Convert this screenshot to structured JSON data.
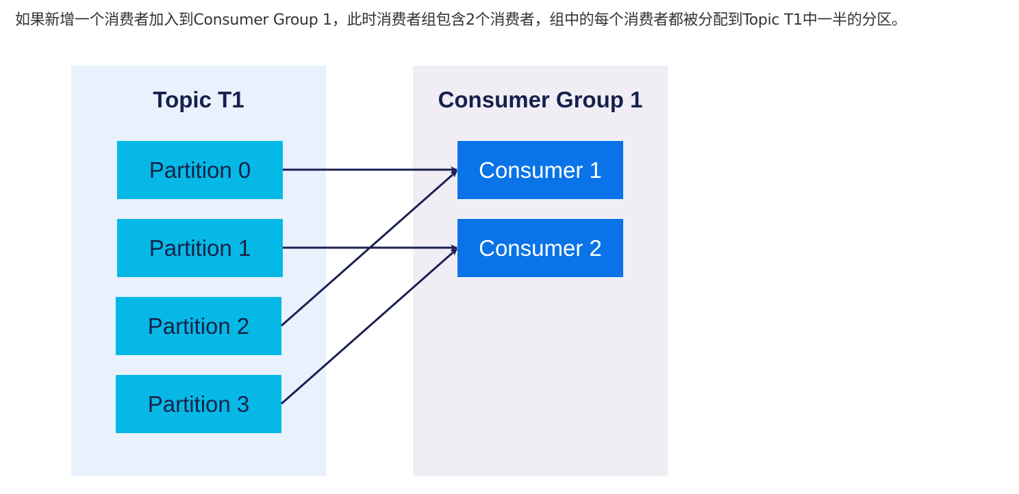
{
  "intro_text": "如果新增一个消费者加入到Consumer Group 1，此时消费者组包含2个消费者，组中的每个消费者都被分配到Topic T1中一半的分区。",
  "topic": {
    "title": "Topic T1",
    "partitions": [
      "Partition 0",
      "Partition 1",
      "Partition 2",
      "Partition 3"
    ]
  },
  "group": {
    "title": "Consumer Group 1",
    "consumers": [
      "Consumer 1",
      "Consumer 2"
    ]
  },
  "assignments": [
    {
      "from": "Partition 0",
      "to": "Consumer 1"
    },
    {
      "from": "Partition 1",
      "to": "Consumer 2"
    },
    {
      "from": "Partition 2",
      "to": "Consumer 1"
    },
    {
      "from": "Partition 3",
      "to": "Consumer 2"
    }
  ],
  "colors": {
    "topic_panel": "#e8f1fc",
    "group_panel": "#f0eef4",
    "partition": "#06b8e6",
    "consumer": "#0a73e8",
    "arrow": "#1a1f52",
    "title_text": "#16204d"
  }
}
